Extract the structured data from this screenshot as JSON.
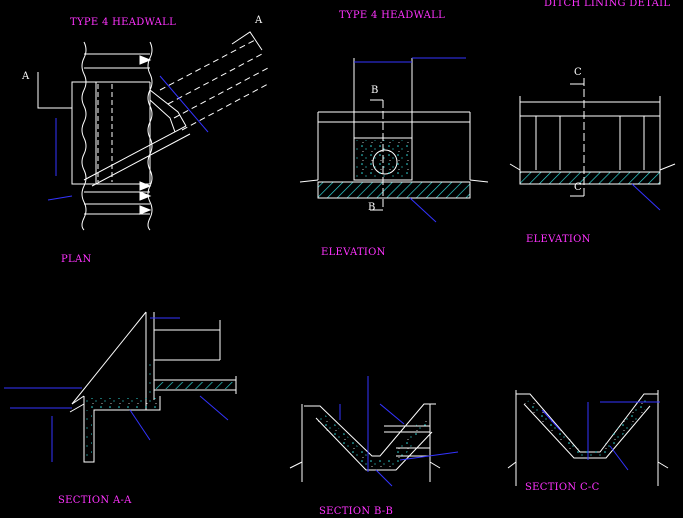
{
  "titles": {
    "plan_title": "TYPE 4 HEADWALL",
    "elev_title": "TYPE 4 HEADWALL",
    "ditch_title": "DITCH LINING DETAIL",
    "plan": "PLAN",
    "elevation_mid": "ELEVATION",
    "elevation_right": "ELEVATION",
    "section_aa": "SECTION A-A",
    "section_bb": "SECTION B-B",
    "section_cc": "SECTION C-C"
  },
  "markers": {
    "a_left": "A",
    "a_right": "A",
    "b_top": "B",
    "b_bottom": "B",
    "c_top": "C",
    "c_bottom": "C"
  },
  "colors": {
    "label": "#ff33ff",
    "line": "#ffffff",
    "dim": "#3333ff",
    "hatch": "#33dddd"
  }
}
